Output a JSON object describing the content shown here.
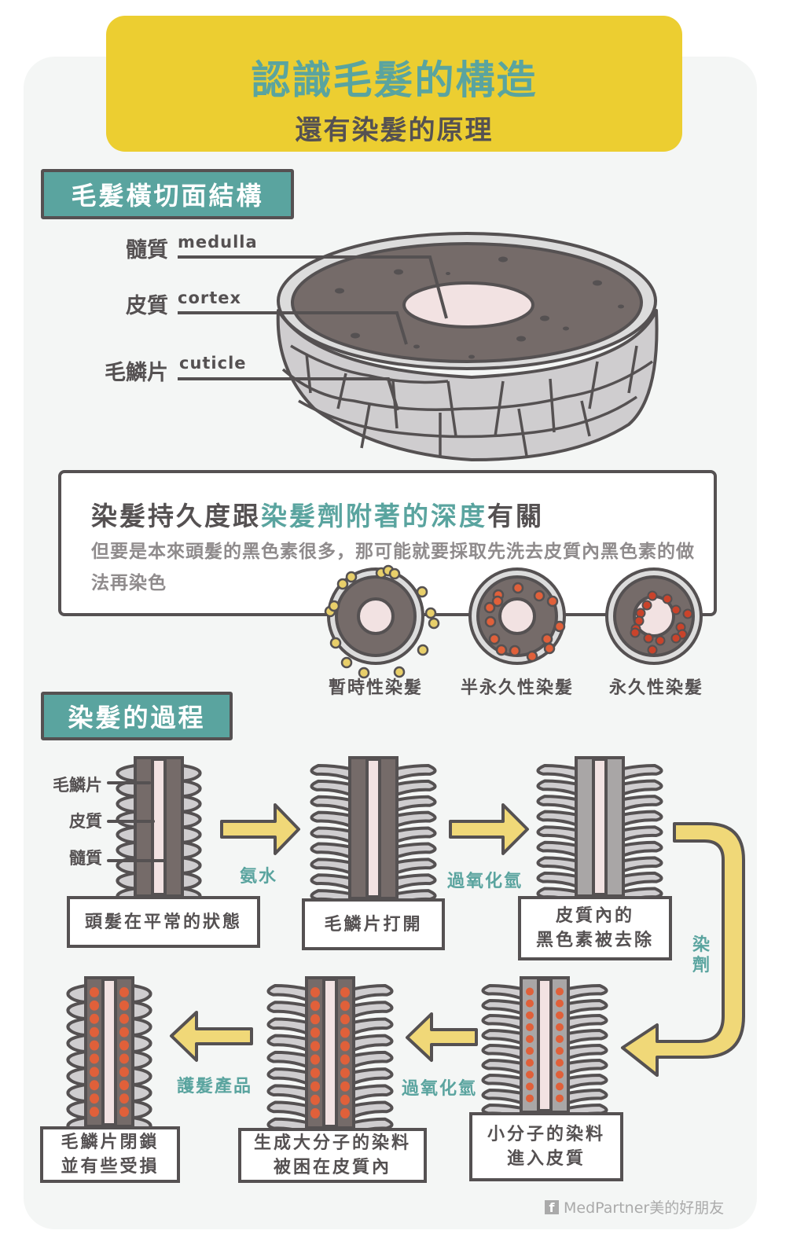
{
  "header": {
    "title": "認識毛髮的構造",
    "subtitle": "還有染髮的原理"
  },
  "cross_section": {
    "heading": "毛髮橫切面結構",
    "labels": [
      {
        "zh": "髓質",
        "en": "medulla"
      },
      {
        "zh": "皮質",
        "en": "cortex"
      },
      {
        "zh": "毛鱗片",
        "en": "cuticle"
      }
    ]
  },
  "callout": {
    "head_pre": "染髮持久度跟",
    "head_highlight": "染髮劑附著的深度",
    "head_post": "有關",
    "body": "但要是本來頭髮的黑色素很多，那可能就要採取先洗去皮質內黑色素的做法再染色"
  },
  "dye_types": [
    {
      "label": "暫時性染髮"
    },
    {
      "label": "半永久性染髮"
    },
    {
      "label": "永久性染髮"
    }
  ],
  "process": {
    "heading": "染髮的過程",
    "side_labels": [
      "毛鱗片",
      "皮質",
      "髓質"
    ],
    "steps": [
      {
        "text": "頭髮在平常的狀態"
      },
      {
        "text": "毛鱗片打開"
      },
      {
        "text": "皮質內的\n黑色素被去除"
      },
      {
        "text": "小分子的染料\n進入皮質"
      },
      {
        "text": "生成大分子的染料\n被困在皮質內"
      },
      {
        "text": "毛鱗片閉鎖\n並有些受損"
      }
    ],
    "arrows": [
      {
        "label": "氨水"
      },
      {
        "label": "過氧化氫"
      },
      {
        "label": "染\n劑"
      },
      {
        "label": "過氧化氫"
      },
      {
        "label": "護髮產品"
      }
    ]
  },
  "footer": {
    "icon": "facebook-icon",
    "text": "MedPartner美的好朋友"
  },
  "colors": {
    "teal": "#5aa49f",
    "yellow": "#ecce31",
    "arrow_yellow": "#f0d878",
    "outline": "#555152",
    "cortex": "#756b69",
    "medulla": "#f2e2e2",
    "cuticle": "#cfcdcf",
    "dye_red": "#e0603a"
  }
}
